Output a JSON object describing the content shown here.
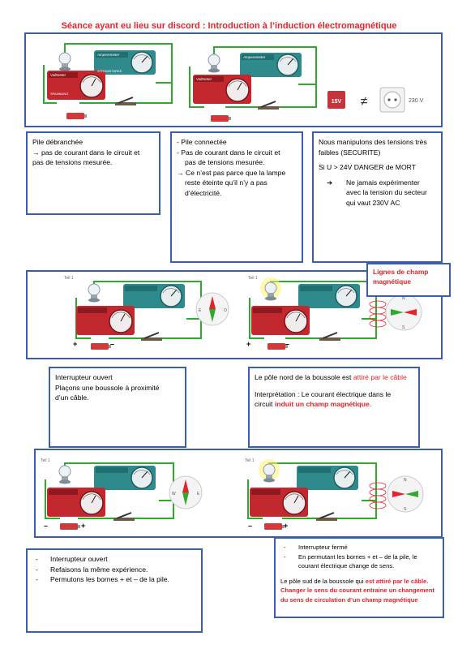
{
  "title": "Séance ayant eu lieu sur discord : Introduction à l’induction électromagnétique",
  "device_labels": {
    "ammeter_name": "Amperemeter",
    "ammeter_tag": "STROMSTÄRKE",
    "ammeter_letter": "I",
    "ammeter_unit": "A",
    "voltmeter_name": "Voltmeter",
    "voltmeter_tag": "SPANNUNG",
    "voltmeter_letter": "U",
    "voltmeter_unit": "V",
    "part_label": "Teil 1",
    "plus": "+",
    "minus": "–",
    "battery_voltage": "1,5V"
  },
  "safety": {
    "battery_label": "15V",
    "not_equal": "≠",
    "socket_label": "230 V"
  },
  "compass": {
    "n": "N",
    "s": "S",
    "e": "E",
    "w": "W",
    "o": "O"
  },
  "box_pile_debranchee": {
    "line1": "Pile débranchée",
    "line2": "→ pas de courant dans le circuit et",
    "line3": "pas de tensions mesurée."
  },
  "box_pile_connectee": {
    "line1": "- Pile connectée",
    "line2": "- Pas de courant dans le circuit et",
    "line3": "pas de tensions mesurée.",
    "line4": "→ Ce n’est pas parce que la lampe",
    "line5": "reste éteinte qu’il n’y a pas",
    "line6": "d’électricité."
  },
  "box_securite": {
    "line1": "Nous manipulons des tensions très",
    "line2": "faibles (SECURITE)",
    "line3": "Si U > 24V DANGER de MORT",
    "arrow": "➔",
    "line4": "Ne jamais expérimenter",
    "line5": "avec la tension du secteur",
    "line6": "qui vaut 230V AC"
  },
  "callout_lignes": {
    "line1": "Lignes de champ",
    "line2": "magnétique"
  },
  "box_interrupteur_ouvert": {
    "line1": "Interrupteur ouvert",
    "line2": "Plaçons une boussole à proximité",
    "line3": "d’un câble."
  },
  "box_pole_nord": {
    "line1_a": "Le pôle nord de la boussole est ",
    "line1_b": "attiré par le câble",
    "line2": "Interprétation : Le courant électrique dans le",
    "line3_a": "circuit ",
    "line3_b": "induit un champ magnétique",
    "line3_c": "."
  },
  "box_permutons": {
    "item1": "Interrupteur ouvert",
    "item2": "Refaisons la même expérience.",
    "item3": "Permutons les bornes + et – de la pile."
  },
  "box_pole_sud": {
    "item1": "Interrupteur fermé",
    "item2a": "En permutant les bornes + et – de la pile, le",
    "item2b": "courant électrique change de sens.",
    "line1_a": "Le pôle sud de la boussole qui ",
    "line1_b": "est attiré par le câble.",
    "line2": "Changer le sens du courant entraine un changement",
    "line3": "du sens de circulation d’un champ magnétique"
  },
  "colors": {
    "accent_red": "#e8222a",
    "frame_blue": "#3b5ea8",
    "wire_green": "#2faa2f",
    "ammeter_teal": "#2f8a8c",
    "voltmeter_red": "#c2282e"
  }
}
